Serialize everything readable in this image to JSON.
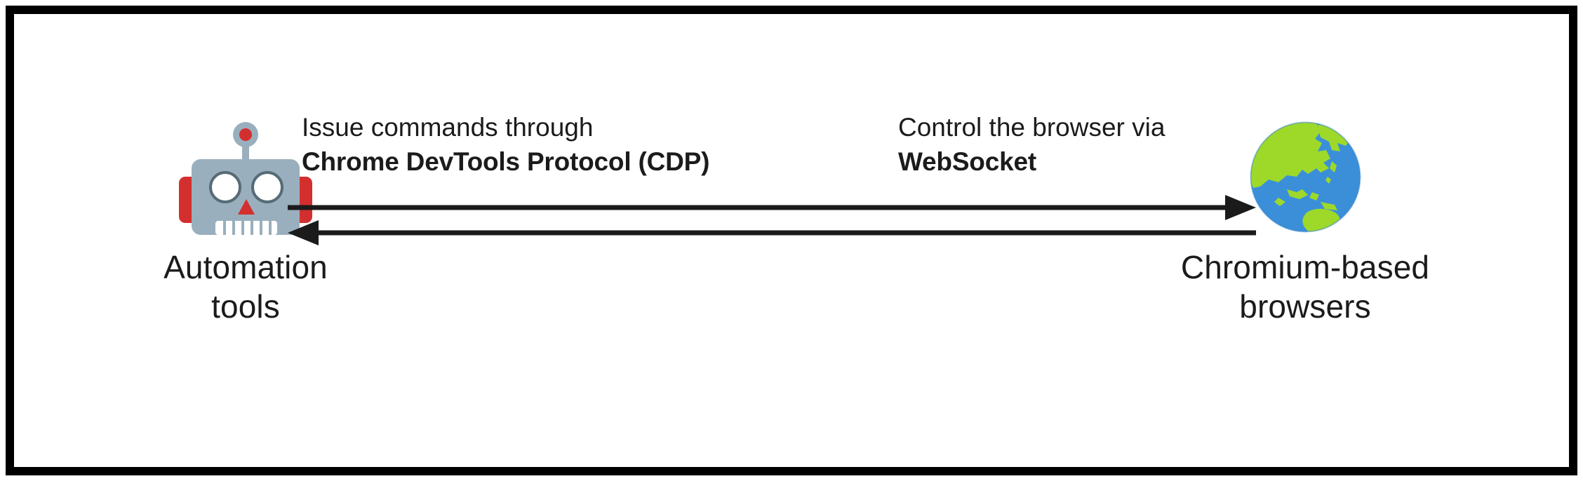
{
  "diagram": {
    "title_hidden": "",
    "border_color": "#000000",
    "background_color": "#ffffff",
    "text_color": "#1b1b1b",
    "nodes": [
      {
        "id": "automation-tools",
        "icon": "robot-icon",
        "caption_line1": "Automation",
        "caption_line2": "tools",
        "icon_colors": {
          "head": "#9aafbd",
          "accent": "#d32f2f",
          "eye": "#ffffff",
          "outline": "#4a5a63"
        }
      },
      {
        "id": "chromium-browsers",
        "icon": "globe-icon",
        "caption_line1": "Chromium-based",
        "caption_line2": "browsers",
        "icon_colors": {
          "ocean": "#3b8fd9",
          "land": "#9ed92a",
          "ocean_shade": "#2f7ec6"
        }
      }
    ],
    "edges": [
      {
        "id": "edge-cdp",
        "direction": "left-to-right",
        "label_line1": "Issue commands through",
        "label_line2": "Chrome DevTools Protocol (CDP)",
        "label_line2_bold": true,
        "arrowhead": "right",
        "color": "#1b1b1b"
      },
      {
        "id": "edge-websocket",
        "direction": "right-to-left",
        "label_line1": "Control the browser via",
        "label_line2": "WebSocket",
        "label_line2_bold": true,
        "arrowhead": "left",
        "color": "#1b1b1b"
      }
    ]
  }
}
